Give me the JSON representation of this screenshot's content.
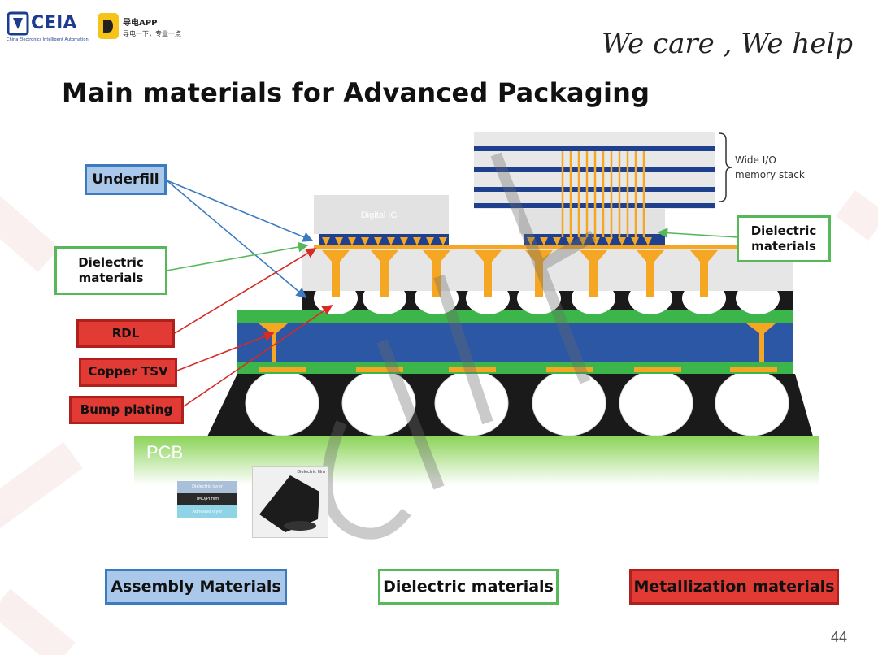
{
  "header": {
    "logo_ceia": "CEIA",
    "logo_ceia_sub": "China Electronics Intelligent Automation",
    "app_name": "导电APP",
    "app_slogan": "导电一下，专业一点",
    "tagline": "We care , We help"
  },
  "title": "Main materials for Advanced Packaging",
  "callouts": {
    "underfill": "Underfill",
    "dielectric_left": "Dielectric materials",
    "rdl": "RDL",
    "copper_tsv": "Copper TSV",
    "bump_plating": "Bump plating",
    "dielectric_right": "Dielectric materials",
    "wide_io": "Wide I/O memory stack"
  },
  "diagram": {
    "digital_ic": "Digital IC",
    "pcb": "PCB",
    "inset_layers": [
      "Dielectric layer",
      "TMO/PI film",
      "Adhesive layer"
    ],
    "inset_photo_label": "Dielectric film"
  },
  "legend": {
    "assembly": "Assembly Materials",
    "dielectric": "Dielectric materials",
    "metallization": "Metallization materials"
  },
  "page_number": "44",
  "colors": {
    "substrate_blue": "#2b57a4",
    "green_layer": "#3cb54a",
    "copper": "#f5a623",
    "pcb_green": "#8cd45a",
    "assembly_blue": "#a9c8ea",
    "metal_red": "#e23a35",
    "dielectric_green": "#57b85a"
  }
}
